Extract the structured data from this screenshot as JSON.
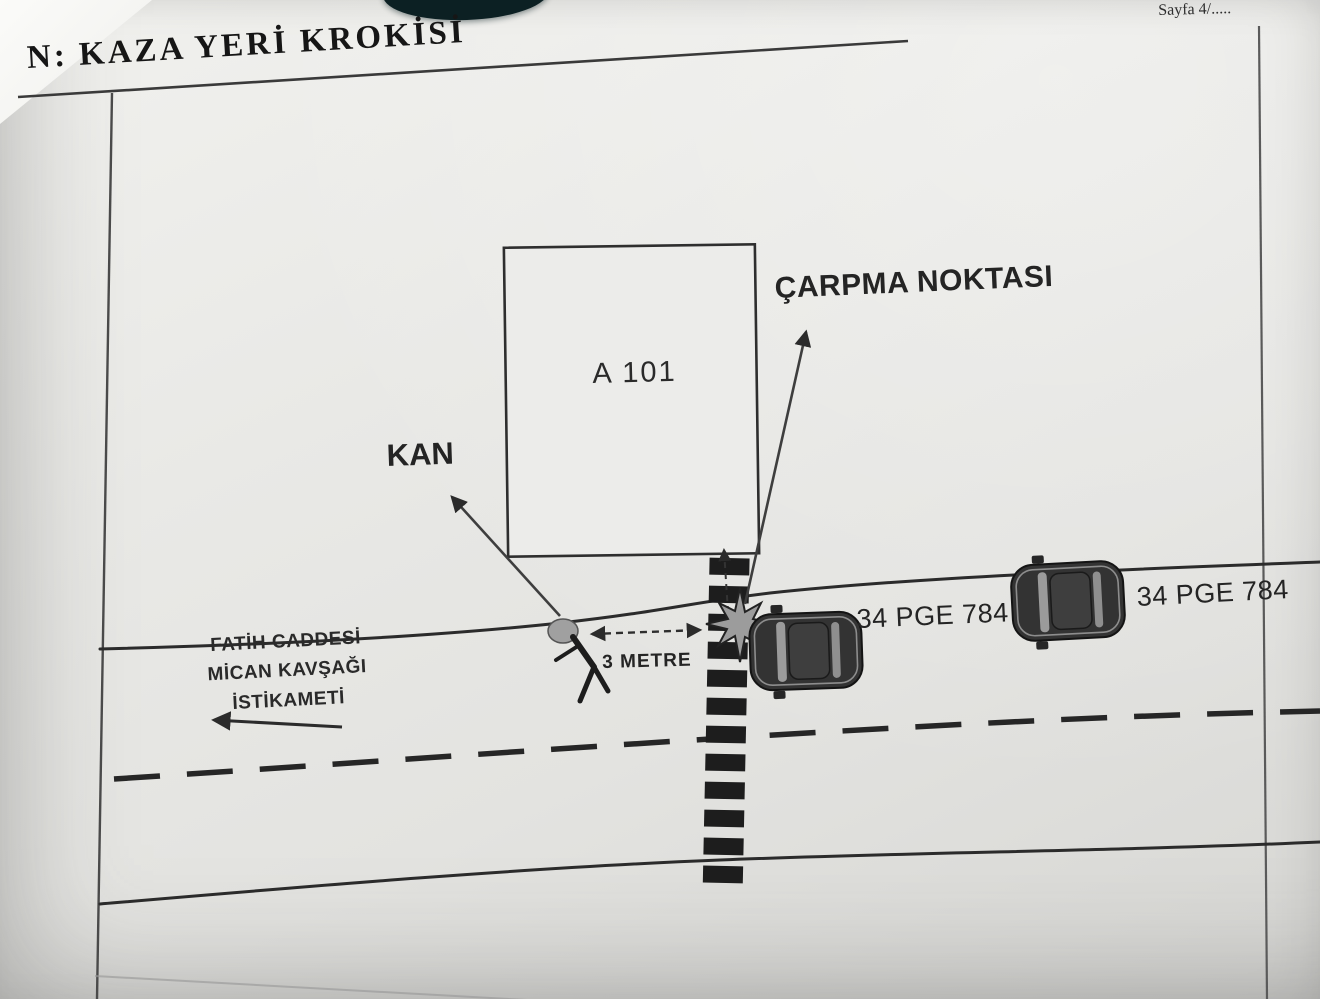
{
  "page": {
    "page_label": "Sayfa 4/.....",
    "title": "N: KAZA YERİ KROKİSİ"
  },
  "diagram": {
    "building": {
      "label": "A 101"
    },
    "labels": {
      "collision_point": "ÇARPMA NOKTASI",
      "blood": "KAN",
      "distance": "3 METRE"
    },
    "street_direction": {
      "line1": "FATİH CADDESİ",
      "line2": "MİCAN KAVŞAĞI İSTİKAMETİ"
    },
    "vehicles": [
      {
        "plate": "34 PGE 784"
      },
      {
        "plate": "34 PGE 784"
      }
    ]
  },
  "colors": {
    "paper": "#e9e9e6",
    "ink": "#2b2b2b",
    "car_body": "#333333",
    "scanner_artifact": "#0c2023"
  }
}
